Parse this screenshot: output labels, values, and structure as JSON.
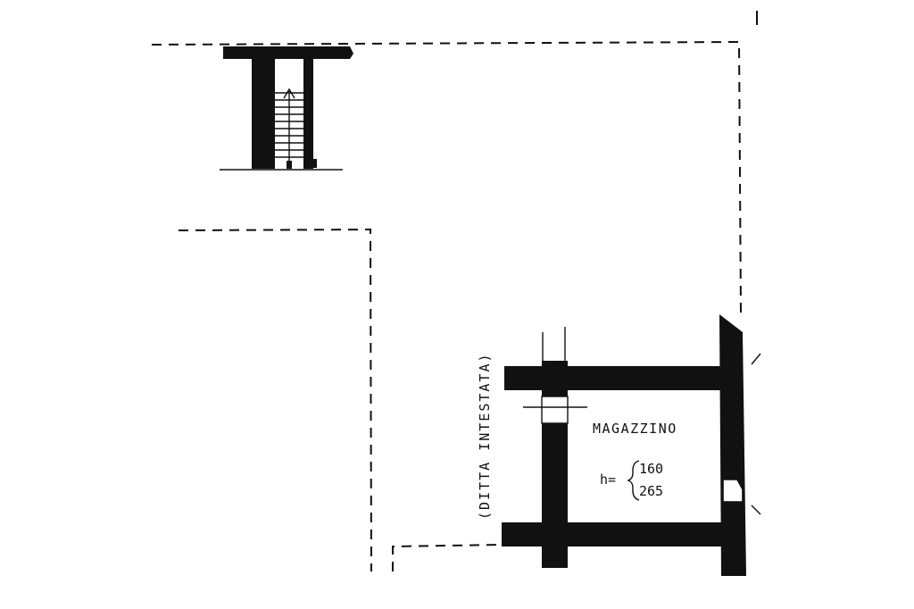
{
  "plan": {
    "room_name": "MAGAZZINO",
    "height_prefix": "h=",
    "height_values": [
      "160",
      "265"
    ],
    "side_note": "(DITTA INTESTATA)"
  },
  "colors": {
    "ink": "#111111",
    "paper": "#ffffff"
  }
}
